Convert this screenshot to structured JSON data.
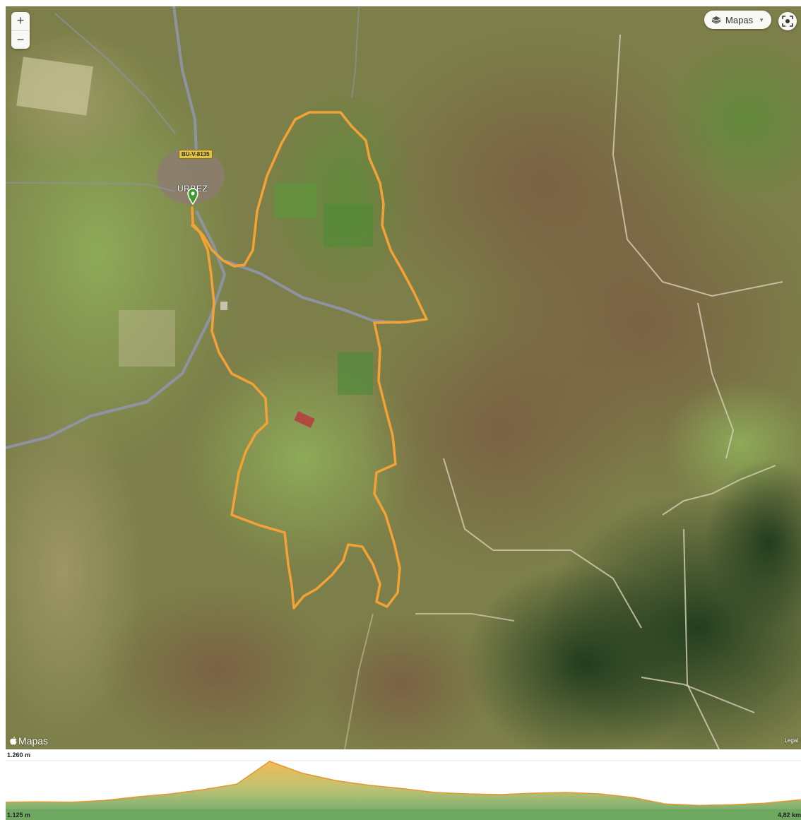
{
  "map": {
    "zoom_in_label": "+",
    "zoom_out_label": "−",
    "maptype_label": "Mapas",
    "maptype_icon": "layers-icon",
    "tracking_icon": "locate-icon",
    "brand_label": "Mapas",
    "legal_label": "Legal",
    "road_label": "BU-V-8135",
    "place_label": "URBEZ",
    "route_color": "#f4a236",
    "start_marker_color": "#3f9b2c"
  },
  "elevation_profile": {
    "max_label": "1.260 m",
    "min_label": "1.125 m",
    "distance_label": "4,82 km",
    "fill_top_color": "#f2b84b",
    "fill_bottom_color": "#6fa860",
    "line_color": "#e8952e"
  },
  "chart_data": {
    "type": "area",
    "xlabel": "",
    "ylabel": "",
    "ylim": [
      1125,
      1260
    ],
    "xlim": [
      0,
      4.82
    ],
    "x": [
      0,
      0.2,
      0.4,
      0.6,
      0.8,
      1.0,
      1.2,
      1.4,
      1.6,
      1.8,
      2.0,
      2.2,
      2.4,
      2.6,
      2.8,
      3.0,
      3.2,
      3.4,
      3.6,
      3.8,
      4.0,
      4.2,
      4.4,
      4.6,
      4.82
    ],
    "y": [
      1145,
      1146,
      1145,
      1150,
      1160,
      1168,
      1180,
      1195,
      1258,
      1225,
      1205,
      1192,
      1183,
      1172,
      1168,
      1166,
      1170,
      1172,
      1168,
      1158,
      1140,
      1136,
      1138,
      1142,
      1152
    ]
  }
}
